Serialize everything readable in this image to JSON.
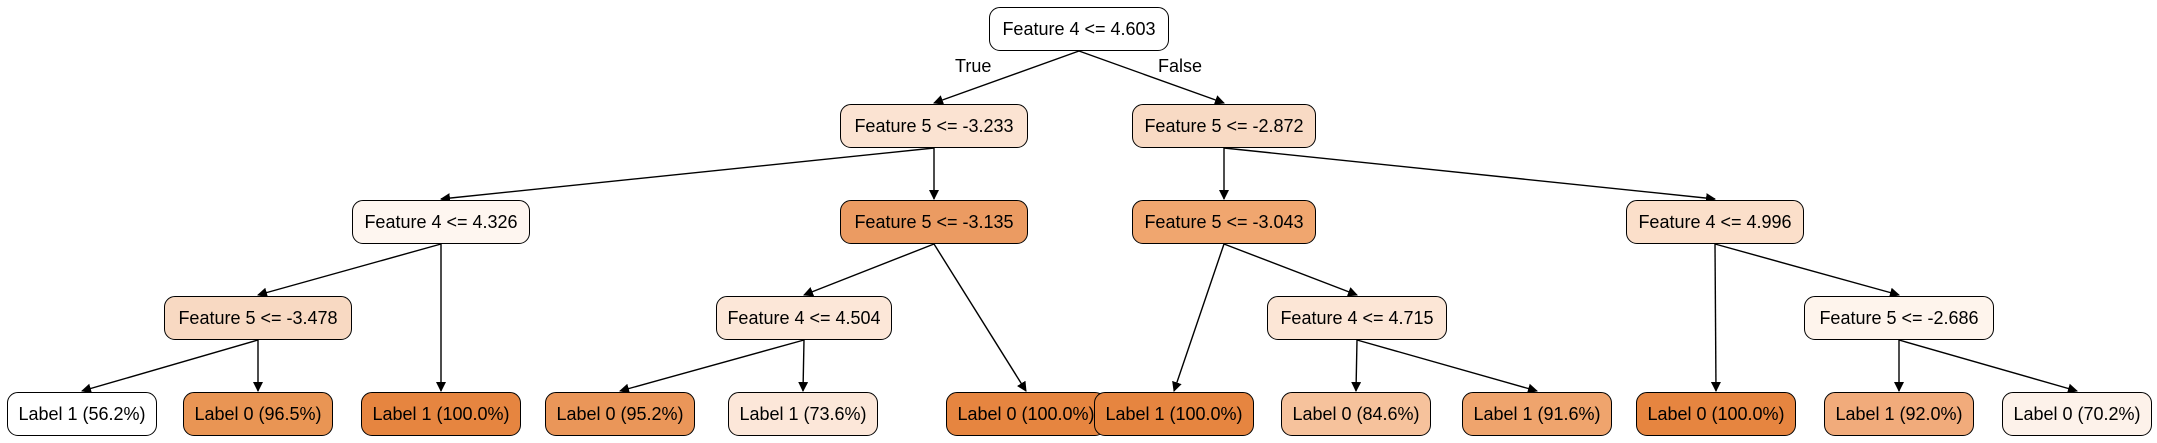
{
  "tree": {
    "nodes": [
      {
        "id": "n0",
        "label": "Feature 4 <= 4.603",
        "fill": "#ffffff",
        "children": [
          "n1",
          "n2"
        ]
      },
      {
        "id": "n1",
        "label": "Feature 5 <= -3.233",
        "fill": "#fbe3d2",
        "children": [
          "n3",
          "n4"
        ]
      },
      {
        "id": "n2",
        "label": "Feature 5 <= -2.872",
        "fill": "#f8dac4",
        "children": [
          "n5",
          "n6"
        ]
      },
      {
        "id": "n3",
        "label": "Feature 4 <= 4.326",
        "fill": "#fef6f0",
        "children": [
          "n7",
          "n8"
        ]
      },
      {
        "id": "n4",
        "label": "Feature 5 <= -3.135",
        "fill": "#eb9b62",
        "children": [
          "n9",
          "n10"
        ]
      },
      {
        "id": "n5",
        "label": "Feature 5 <= -3.043",
        "fill": "#f0a66f",
        "children": [
          "n11",
          "n12"
        ]
      },
      {
        "id": "n6",
        "label": "Feature 4 <= 4.996",
        "fill": "#fbdfca",
        "children": [
          "n13",
          "n14"
        ]
      },
      {
        "id": "n7",
        "label": "Feature 5 <= -3.478",
        "fill": "#f8d9c2",
        "children": [
          "n15",
          "n16"
        ]
      },
      {
        "id": "n8",
        "label": "Label 1 (100.0%)",
        "fill": "#e68540",
        "children": []
      },
      {
        "id": "n9",
        "label": "Feature 4 <= 4.504",
        "fill": "#fce7d8",
        "children": [
          "n17",
          "n18"
        ]
      },
      {
        "id": "n10",
        "label": "Label 0 (100.0%)",
        "fill": "#e68540",
        "children": []
      },
      {
        "id": "n11",
        "label": "Label 1 (100.0%)",
        "fill": "#e68540",
        "children": []
      },
      {
        "id": "n12",
        "label": "Feature 4 <= 4.715",
        "fill": "#fce6d6",
        "children": [
          "n19",
          "n20"
        ]
      },
      {
        "id": "n13",
        "label": "Label 0 (100.0%)",
        "fill": "#e68540",
        "children": []
      },
      {
        "id": "n14",
        "label": "Feature 5 <= -2.686",
        "fill": "#fef4ec",
        "children": [
          "n21",
          "n22"
        ]
      },
      {
        "id": "n15",
        "label": "Label 1 (56.2%)",
        "fill": "#ffffff",
        "children": []
      },
      {
        "id": "n16",
        "label": "Label 0 (96.5%)",
        "fill": "#e99554",
        "children": []
      },
      {
        "id": "n17",
        "label": "Label 0 (95.2%)",
        "fill": "#ea9659",
        "children": []
      },
      {
        "id": "n18",
        "label": "Label 1 (73.6%)",
        "fill": "#fce7d9",
        "children": []
      },
      {
        "id": "n19",
        "label": "Label 0 (84.6%)",
        "fill": "#f6c29c",
        "children": []
      },
      {
        "id": "n20",
        "label": "Label 1 (91.6%)",
        "fill": "#efa46d",
        "children": []
      },
      {
        "id": "n21",
        "label": "Label 1 (92.0%)",
        "fill": "#f1ab7b",
        "children": []
      },
      {
        "id": "n22",
        "label": "Label 0 (70.2%)",
        "fill": "#fdf2ea",
        "children": []
      }
    ],
    "branch_labels": {
      "true_label": "True",
      "false_label": "False"
    }
  }
}
